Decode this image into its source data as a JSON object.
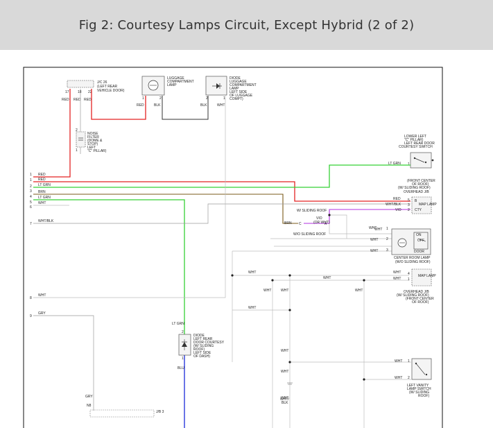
{
  "page": {
    "title": "Fig 2: Courtesy Lamps Circuit, Except Hybrid (2 of 2)"
  },
  "colors": {
    "red": "#e32222",
    "green": "#35d135",
    "brown": "#7a5a18",
    "blue": "#1a28d8",
    "violet": "#b030e0",
    "gray": "#9a9a9a",
    "black": "#333333",
    "banner": "#d9d9d9"
  },
  "connector_jc": {
    "id": "J/C 26",
    "lines": [
      "(LEFT REAR",
      "VEHICLE DOOR)"
    ],
    "pins": [
      "17",
      "18",
      "22"
    ],
    "wires": [
      "RED",
      "RED",
      "RED"
    ]
  },
  "luggage_lamp": {
    "lines": [
      "LUGGAGE",
      "COMPARTMENT",
      "LAMP"
    ],
    "pins": [
      "1",
      "2"
    ],
    "wires": [
      "RED",
      "BLK"
    ]
  },
  "diode_luggage": {
    "lines": [
      "DIODE",
      "LUGGAGE",
      "COMPARTMENT",
      "LAMP",
      "LEFT SIDE",
      "OF LUGGAGE",
      "COMPT)"
    ],
    "pins": [
      "2",
      "1"
    ],
    "wires": [
      "BLK",
      "WHT"
    ]
  },
  "noise_filter": {
    "lines": [
      "NOISE",
      "FILTER",
      "(DOME &",
      "STOP)",
      "LEFT",
      "\"C\" PILLAR)"
    ],
    "pins": [
      "2",
      "1"
    ]
  },
  "pillar_switch": {
    "lines": [
      "LOWER LEFT",
      "\"C\" PILLAR)",
      "LEFT REAR DOOR",
      "COURTESY SWITCH"
    ],
    "pin": "1",
    "wire": "LT GRN"
  },
  "left_wires": {
    "numbers": [
      "1",
      "1",
      "2",
      "3",
      "4",
      "5",
      "6",
      "7",
      "8",
      "9"
    ],
    "labels": [
      "RED",
      "RED",
      "LT GRN",
      "BRN",
      "LT GRN",
      "WHT",
      "WHT/BLK",
      "WHT",
      "GRY"
    ]
  },
  "overhead_jb_1": {
    "lines": [
      "(FRONT CENTER",
      "OF ROOF)",
      "(W/ SLIDING ROOF)",
      "OVERHEAD J/B"
    ],
    "wires": [
      "RED",
      "WHT/BLK",
      "VIO"
    ],
    "pins": [
      "5",
      "3",
      "2"
    ],
    "functions": [
      "B",
      "MAP LAMP",
      "CTY"
    ]
  },
  "sliding_roof": {
    "with": "W/ SLIDING ROOF",
    "without": "W/O SLIDING ROOF",
    "vio": "VIO",
    "or_wht": "(OR WHT)",
    "brn": "BRN",
    "pin_c": "C",
    "pin_a": "A"
  },
  "center_room_lamp": {
    "lines": [
      "CENTER ROOM LAMP",
      "(W/O SLIDING ROOF)"
    ],
    "switch": [
      "ON",
      "OFF",
      "DOOR"
    ],
    "wires": [
      "WHT",
      "WHT",
      "WHT"
    ],
    "pins": [
      "1",
      "2",
      "3"
    ]
  },
  "overhead_jb_2": {
    "lines": [
      "OVERHEAD J/B",
      "(W/ SLIDING ROOF)",
      "(FRONT CENTER",
      "OF ROOF)"
    ],
    "function": "MAP LAMP",
    "wires": [
      "WHT",
      "WHT"
    ],
    "pins": [
      "4",
      "1"
    ]
  },
  "wht_labels": [
    "WHT",
    "WHT",
    "WHT",
    "WHT",
    "WHT",
    "WHT",
    "WHT",
    "WHT",
    "WHT",
    "WHT"
  ],
  "diode_door": {
    "lines": [
      "DIODE",
      "LEFT REAR",
      "DOOR COURTESY",
      "(W/ SLIDING",
      "ROOF)",
      "LEFT SIDE",
      "OF DASH)"
    ],
    "wire_top": "LT GRN",
    "wire_bottom": "BLU",
    "pins": [
      "2",
      "1"
    ]
  },
  "vanity_switch": {
    "lines": [
      "LEFT VANITY",
      "LAMP SWITCH",
      "(W/ SLIDING",
      "ROOF)"
    ],
    "wires": [
      "WHT",
      "WHT"
    ],
    "pins": [
      "1",
      "2"
    ]
  },
  "bottom": {
    "gry": "GRY",
    "pin_n": "N8",
    "jb": "J/B 3",
    "wht_blk": "WHT/",
    "blk": "BLK"
  }
}
